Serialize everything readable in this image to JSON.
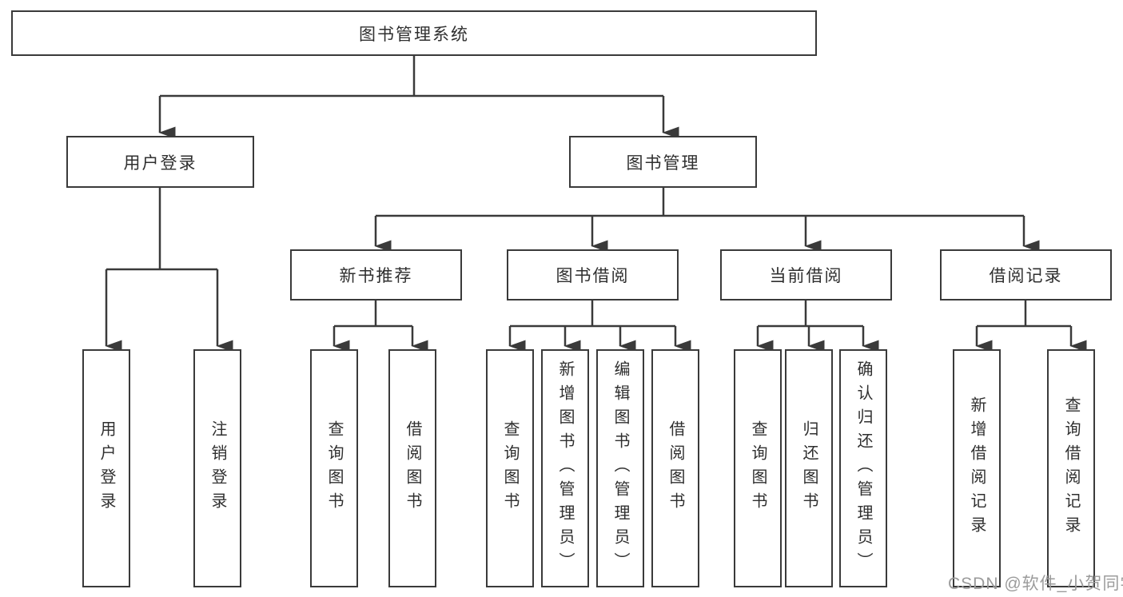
{
  "title": "图书管理系统",
  "nodes": {
    "root": "图书管理系统",
    "user_login": "用户登录",
    "book_mgmt": "图书管理",
    "new_book_rec": "新书推荐",
    "book_borrow": "图书借阅",
    "current_borrow": "当前借阅",
    "borrow_record": "借阅记录",
    "leaf_user_login": "用户登录",
    "leaf_logout": "注销登录",
    "leaf_nb_query": "查询图书",
    "leaf_nb_borrow": "借阅图书",
    "leaf_bb_query": "查询图书",
    "leaf_bb_add": "新增图书（管理员）",
    "leaf_bb_edit": "编辑图书（管理员）",
    "leaf_bb_borrow": "借阅图书",
    "leaf_cb_query": "查询图书",
    "leaf_cb_return": "归还图书",
    "leaf_cb_confirm": "确认归还（管理员）",
    "leaf_br_add": "新增借阅记录",
    "leaf_br_query": "查询借阅记录"
  },
  "watermark": "CSDN @软件_小贺同学",
  "colors": {
    "background": "#ffffff",
    "line": "#3a3a3a",
    "border": "#3a3a3a",
    "text": "#2f2f2f",
    "watermark": "#9b9b9b"
  }
}
